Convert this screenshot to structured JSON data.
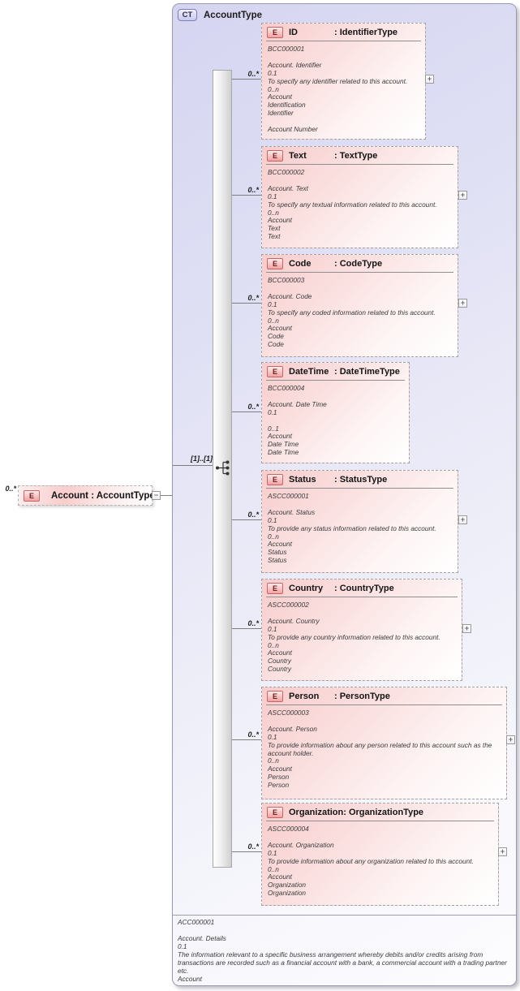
{
  "glyphs": {
    "element_icon": "E",
    "plus": "+",
    "minus": "−"
  },
  "colors": {
    "ct_fill": "#d5d5f1",
    "element_pink": "#f8cccc",
    "element_icon_border": "#c26868",
    "bar_gray": "#cfcfcf",
    "line_gray": "#7f7f7f"
  },
  "header": {
    "badge": "CT",
    "title": "AccountType"
  },
  "root": {
    "cardinality": "0..*",
    "label": "Account : AccountType",
    "toggle": "−"
  },
  "sequence": {
    "cardinality": "[1]..[1]"
  },
  "children": [
    {
      "name": "ID",
      "type_label": ": IdentifierType",
      "cardinality": "0..*",
      "expand": "+",
      "body": "BCC000001\n\nAccount. Identifier\n0.1\nTo specify any identifier related to this account.\n0..n\nAccount\nIdentification\nIdentifier\n\nAccount Number"
    },
    {
      "name": "Text",
      "type_label": ": TextType",
      "cardinality": "0..*",
      "expand": "+",
      "body": "BCC000002\n\nAccount. Text\n0.1\nTo specify any textual information related to this account.\n0..n\nAccount\nText\nText"
    },
    {
      "name": "Code",
      "type_label": ": CodeType",
      "cardinality": "0..*",
      "expand": "+",
      "body": "BCC000003\n\nAccount. Code\n0.1\nTo specify any coded information related to this account.\n0..n\nAccount\nCode\nCode"
    },
    {
      "name": "DateTime",
      "type_label": ": DateTimeType",
      "cardinality": "0..*",
      "expand": "",
      "body": "BCC000004\n\nAccount. Date Time\n0.1\n\n0..1\nAccount\nDate Time\nDate Time"
    },
    {
      "name": "Status",
      "type_label": ": StatusType",
      "cardinality": "0..*",
      "expand": "+",
      "body": "ASCC000001\n\nAccount. Status\n0.1\nTo provide any status information related to this account.\n0..n\nAccount\nStatus\nStatus"
    },
    {
      "name": "Country",
      "type_label": ": CountryType",
      "cardinality": "0..*",
      "expand": "+",
      "body": "ASCC000002\n\nAccount. Country\n0.1\nTo provide any country information related to this account.\n0..n\nAccount\nCountry\nCountry"
    },
    {
      "name": "Person",
      "type_label": ": PersonType",
      "cardinality": "0..*",
      "expand": "+",
      "body": "ASCC000003\n\nAccount. Person\n0.1\nTo provide information about any person related to this account such as the account holder.\n0..n\nAccount\nPerson\nPerson"
    },
    {
      "name": "Organization",
      "type_label": ": OrganizationType",
      "cardinality": "0..*",
      "expand": "+",
      "body": "ASCC000004\n\nAccount. Organization\n0.1\nTo provide information about any organization related to this account.\n0..n\nAccount\nOrganization\nOrganization"
    }
  ],
  "annotation": "ACC000001\n\nAccount. Details\n0.1\nThe information relevant to a specific business arrangement whereby debits and/or credits arising from transactions are recorded such as a financial account with a bank, a commercial account with a trading partner etc.\nAccount"
}
